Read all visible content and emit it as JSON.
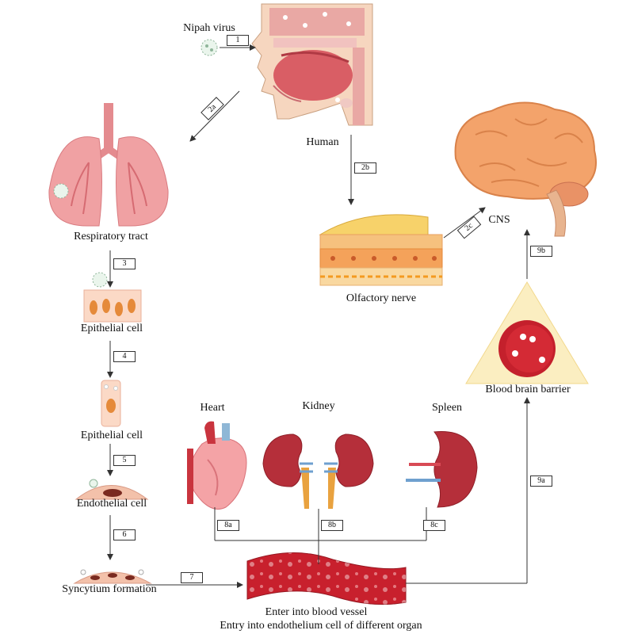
{
  "labels": {
    "virus": "Nipah virus",
    "human": "Human",
    "respiratory": "Respiratory tract",
    "epithelial1": "Epithelial cell",
    "epithelial2": "Epithelial cell",
    "endothelial": "Endothelial cell",
    "syncytium": "Syncytium formation",
    "olfactory": "Olfactory nerve",
    "cns": "CNS",
    "bbb": "Blood brain barrier",
    "heart": "Heart",
    "kidney": "Kidney",
    "spleen": "Spleen",
    "blood_vessel": "Enter into blood vessel",
    "endothelium_entry": "Entry into endothelium cell of different organ"
  },
  "steps": {
    "s1": "1",
    "s2a": "2a",
    "s2b": "2b",
    "s2c": "2c",
    "s3": "3",
    "s4": "4",
    "s5": "5",
    "s6": "6",
    "s7": "7",
    "s8a": "8a",
    "s8b": "8b",
    "s8c": "8c",
    "s9a": "9a",
    "s9b": "9b"
  },
  "colors": {
    "lung": "#f0a1a3",
    "brain": "#f3a36b",
    "organ_red": "#b52f3a",
    "vessel": "#c8202d",
    "bbb_triangle": "#fbeec1",
    "line": "#333333"
  }
}
